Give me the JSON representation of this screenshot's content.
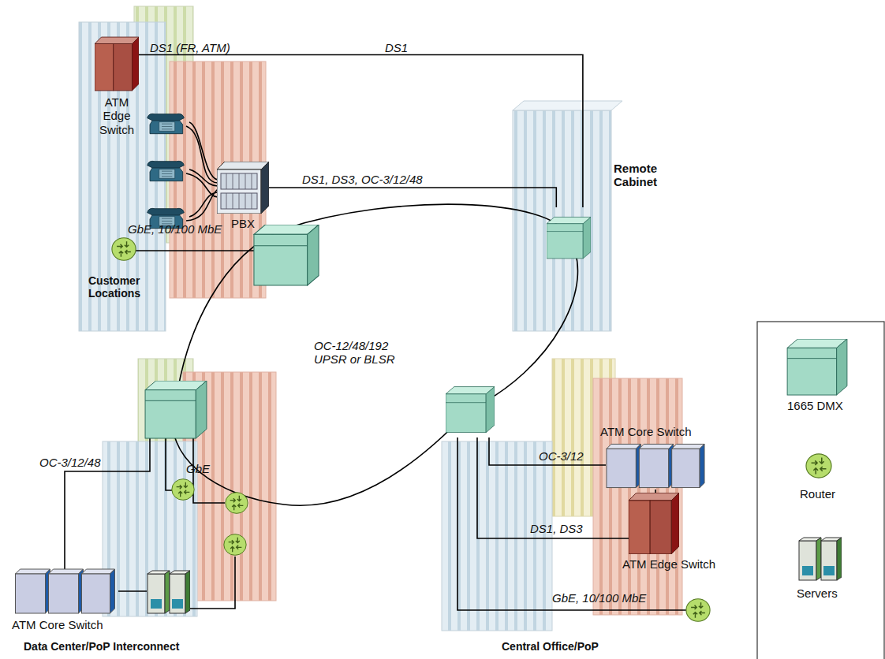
{
  "diagram": {
    "nodes": [
      {
        "text": [
          "ATM Edge Switch"
        ]
      },
      {
        "text": [
          "PBX"
        ]
      },
      {
        "text": [
          "Remote Cabinet"
        ]
      },
      {
        "text": [
          "ATM Core Switch"
        ]
      },
      {
        "text": [
          "ATM Edge Switch"
        ]
      },
      {
        "text": [
          "ATM Core Switch"
        ]
      }
    ],
    "edges": [
      {
        "from": 0,
        "to": 2,
        "label": "DS1 (FR, ATM)",
        "arrow": "none"
      },
      {
        "from": 1,
        "to": 2,
        "label": "DS1, DS3, OC-3/12/48",
        "arrow": "none"
      },
      {
        "from": 3,
        "to": 4,
        "arrow": "none"
      }
    ],
    "labels": [
      "DS1",
      "GbE, 10/100 MbE",
      "Customer Locations",
      "OC-12/48/192 UPSR or BLSR",
      "OC-3/12/48",
      "GbE",
      "Data Center/PoP Interconnect",
      "OC-3/12",
      "DS1, DS3",
      "GbE, 10/100 MbE",
      "Central Office/PoP"
    ],
    "legend": [
      {
        "text": "1665 DMX"
      },
      {
        "text": "Router"
      },
      {
        "text": "Servers"
      }
    ]
  }
}
